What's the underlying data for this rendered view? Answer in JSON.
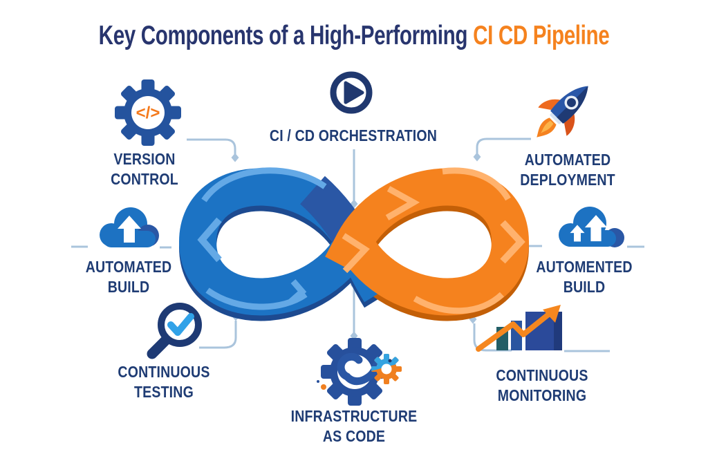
{
  "title": {
    "main": "Key Components of a High-Performing",
    "accent": "CI CD Pipeline"
  },
  "nodes": [
    {
      "id": "version-control",
      "label_lines": [
        "VERSION",
        "CONTROL"
      ],
      "icon": "gear-code-icon",
      "glyph": "</>"
    },
    {
      "id": "cicd-orchestration",
      "label_lines": [
        "CI / CD ORCHESTRATION"
      ],
      "icon": "play-circle-icon"
    },
    {
      "id": "automated-deployment",
      "label_lines": [
        "AUTOMATED",
        "DEPLOYMENT"
      ],
      "icon": "rocket-icon"
    },
    {
      "id": "automated-build-left",
      "label_lines": [
        "AUTOMATED",
        "BUILD"
      ],
      "icon": "cloud-upload-icon"
    },
    {
      "id": "automented-build-right",
      "label_lines": [
        "AUTOMENTED",
        "BUILD"
      ],
      "icon": "cloud-double-upload-icon"
    },
    {
      "id": "continuous-testing",
      "label_lines": [
        "CONTINUOUS",
        "TESTING"
      ],
      "icon": "magnifier-check-icon"
    },
    {
      "id": "infrastructure-as-code",
      "label_lines": [
        "INFRASTRUCTURE",
        "AS CODE"
      ],
      "icon": "gear-loop-icon"
    },
    {
      "id": "continuous-monitoring",
      "label_lines": [
        "CONTINUOUS",
        "MONITORING"
      ],
      "icon": "bar-chart-arrow-icon"
    }
  ],
  "colors": {
    "background": "#ffffff",
    "title_navy": "#28356e",
    "accent_orange": "#f5821e",
    "label_navy": "#1f3c74",
    "loop_blue": "#1c73c4",
    "loop_blue_dark": "#2a57a5",
    "loop_blue_shadow": "#1d4a90",
    "loop_blue_light": "#64a9e6",
    "loop_orange": "#f5821e",
    "loop_orange_shadow": "#c35f07",
    "loop_orange_light": "#ffb26d",
    "connector": "#aac4dc",
    "icon_navy": "#24539e",
    "icon_blue": "#1d72c2",
    "icon_light_blue": "#35a3e0",
    "icon_orange": "#f08020"
  }
}
